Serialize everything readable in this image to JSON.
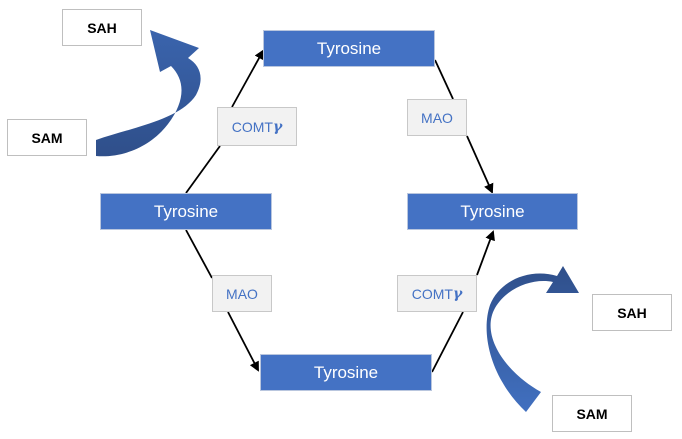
{
  "diagram": {
    "type": "metabolic-pathway",
    "colors": {
      "compound_fill": "#4472c4",
      "compound_text": "#ffffff",
      "enzyme_fill": "#f2f2f2",
      "enzyme_text": "#4472c4",
      "cofactor_text": "#000000",
      "curved_arrow": "#2f5597",
      "connector": "#000000"
    },
    "compounds": {
      "left": "Tyrosine",
      "top": "Tyrosine",
      "right": "Tyrosine",
      "bottom": "Tyrosine"
    },
    "enzymes": {
      "top_left": {
        "name": "COMT",
        "suffix": "γ"
      },
      "top_right": {
        "name": "MAO"
      },
      "bottom_left": {
        "name": "MAO"
      },
      "bottom_right": {
        "name": "COMT",
        "suffix": "γ"
      }
    },
    "cofactors": {
      "upper_product": "SAH",
      "upper_substrate": "SAM",
      "lower_product": "SAH",
      "lower_substrate": "SAM"
    },
    "edges": [
      {
        "from": "left",
        "to": "top",
        "enzyme": "top_left"
      },
      {
        "from": "top",
        "to": "right",
        "enzyme": "top_right"
      },
      {
        "from": "left",
        "to": "bottom",
        "enzyme": "bottom_left"
      },
      {
        "from": "bottom",
        "to": "right",
        "enzyme": "bottom_right"
      }
    ],
    "cofactor_conversions": [
      {
        "from": "upper_substrate",
        "to": "upper_product"
      },
      {
        "from": "lower_substrate",
        "to": "lower_product"
      }
    ]
  }
}
